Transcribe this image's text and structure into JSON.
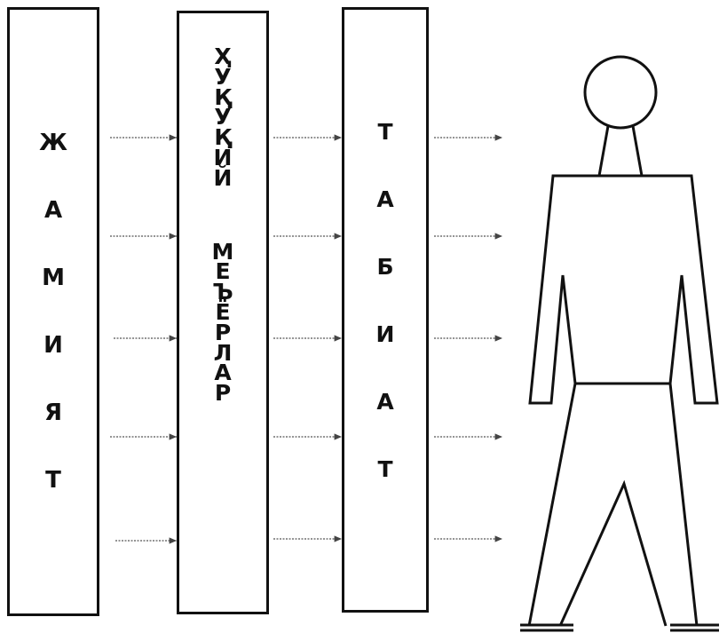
{
  "boxes": {
    "society": {
      "letters": [
        "Ж",
        "А",
        "М",
        "И",
        "Я",
        "Т"
      ]
    },
    "legal_norms": {
      "letters": [
        "Ҳ",
        "У",
        "Қ",
        "У",
        "Қ",
        "И",
        "Й",
        "",
        "М",
        "Е",
        "Ъ",
        "Ё",
        "Р",
        "Л",
        "А",
        "Р"
      ]
    },
    "nature": {
      "letters": [
        "Т",
        "А",
        "Б",
        "И",
        "А",
        "Т"
      ]
    }
  },
  "colors": {
    "line": "#111111",
    "arrow": "#555555"
  }
}
